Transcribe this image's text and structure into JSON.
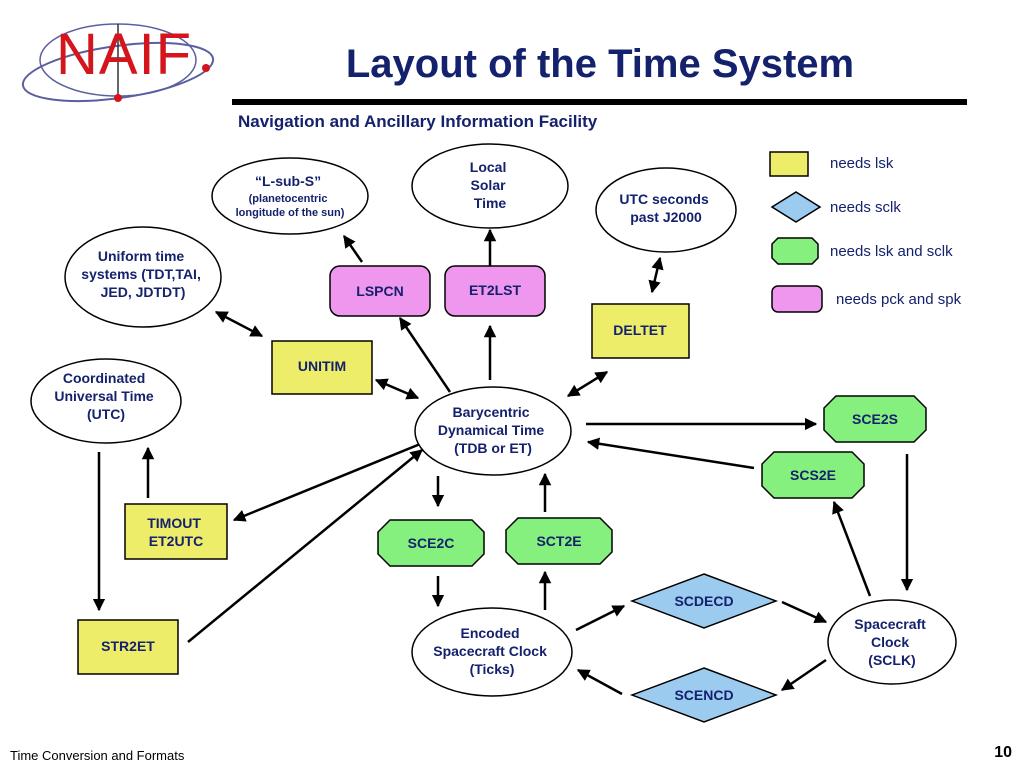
{
  "header": {
    "title": "Layout of the Time System",
    "subtitle": "Navigation and Ancillary Information Facility",
    "logo_text": "NAIF"
  },
  "footer": {
    "left": "Time Conversion and Formats",
    "page": "10"
  },
  "colors": {
    "title_blue": "#14216c",
    "logo_red": "#d4151c",
    "lsk_yellow": "#eeed6a",
    "sclk_blue": "#9ccbf0",
    "lsk_sclk_green": "#86f07e",
    "pck_spk_pink": "#ef96ef"
  },
  "legend": [
    {
      "shape": "rect",
      "label": "needs lsk"
    },
    {
      "shape": "diamond",
      "label": "needs sclk"
    },
    {
      "shape": "octagon",
      "label": "needs lsk and sclk"
    },
    {
      "shape": "rounded",
      "label": "needs pck and spk"
    }
  ],
  "nodes": {
    "lsubs": [
      "“L-sub-S”",
      "(planetocentric",
      "longitude of the sun)"
    ],
    "local_solar": [
      "Local",
      "Solar",
      "Time"
    ],
    "utc_seconds": [
      "UTC seconds",
      "past J2000"
    ],
    "uniform": [
      "Uniform time",
      "systems (TDT,TAI,",
      "JED, JDTDT)"
    ],
    "utc": [
      "Coordinated",
      "Universal Time",
      "(UTC)"
    ],
    "tdb": [
      "Barycentric",
      "Dynamical Time",
      "(TDB or ET)"
    ],
    "encoded": [
      "Encoded",
      "Spacecraft Clock",
      "(Ticks)"
    ],
    "sclk": [
      "Spacecraft",
      "Clock",
      "(SCLK)"
    ],
    "lspcn": [
      "LSPCN"
    ],
    "et2lst": [
      "ET2LST"
    ],
    "deltet": [
      "DELTET"
    ],
    "unitim": [
      "UNITIM"
    ],
    "timout": [
      "TIMOUT",
      "ET2UTC"
    ],
    "str2et": [
      "STR2ET"
    ],
    "sce2s": [
      "SCE2S"
    ],
    "scs2e": [
      "SCS2E"
    ],
    "sce2c": [
      "SCE2C"
    ],
    "sct2e": [
      "SCT2E"
    ],
    "scdecd": [
      "SCDECD"
    ],
    "scencd": [
      "SCENCD"
    ]
  }
}
